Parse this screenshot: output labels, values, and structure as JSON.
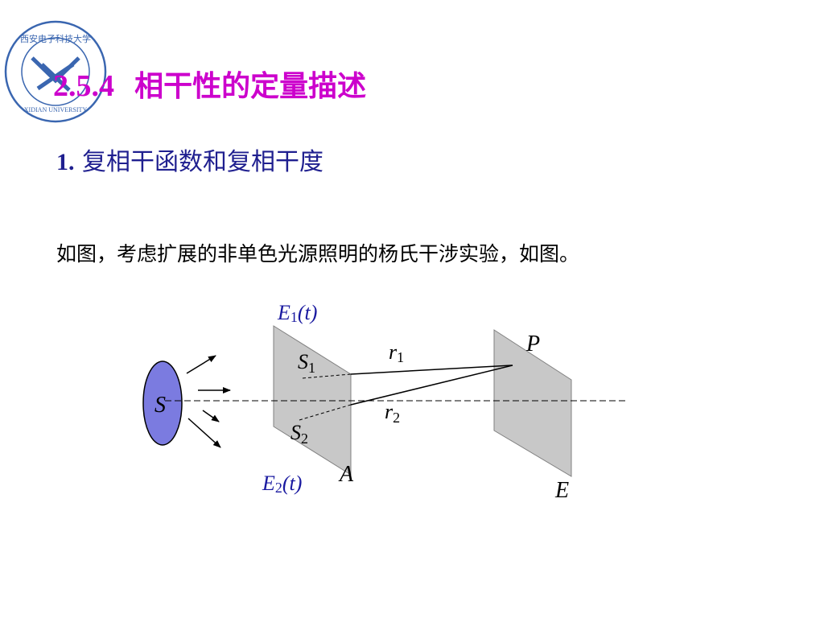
{
  "logo": {
    "top_text": "西安电子科技大学",
    "bottom_text": "XIDIAN UNIVERSITY"
  },
  "title": {
    "number": "2.5.4",
    "text": "相干性的定量描述"
  },
  "subtitle": {
    "number": "1.",
    "text": "复相干函数和复相干度"
  },
  "paragraph": "如图，考虑扩展的非单色光源照明的杨氏干涉实验，如图。",
  "diagram": {
    "colors": {
      "source_fill": "#7b7be0",
      "screen_fill": "#c8c8c8",
      "label_blue": "#1a1aa0",
      "label_black": "#000000"
    },
    "labels": {
      "source": "S",
      "e1_var": "E",
      "e1_sub": "1",
      "e1_arg": "(t)",
      "e2_var": "E",
      "e2_sub": "2",
      "e2_arg": "(t)",
      "s1_var": "S",
      "s1_sub": "1",
      "s2_var": "S",
      "s2_sub": "2",
      "r1_var": "r",
      "r1_sub": "1",
      "r2_var": "r",
      "r2_sub": "2",
      "aperture": "A",
      "point": "P",
      "screen": "E"
    }
  }
}
